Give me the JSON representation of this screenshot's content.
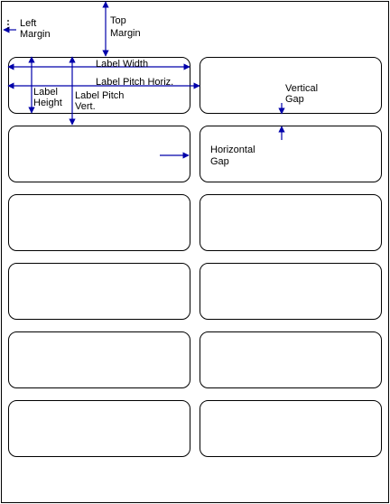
{
  "diagram": {
    "label_sheet": {
      "columns": 2,
      "rows": 6
    },
    "annotations": {
      "left_margin": [
        "Left",
        "Margin"
      ],
      "top_margin": [
        "Top",
        "Margin"
      ],
      "label_width": "Label Width",
      "label_pitch_horiz": "Label Pitch Horiz.",
      "label_height": [
        "Label",
        "Height"
      ],
      "label_pitch_vert": [
        "Label Pitch",
        "Vert."
      ],
      "vertical_gap": [
        "Vertical",
        "Gap"
      ],
      "horizontal_gap": [
        "Horizontal",
        "Gap"
      ]
    },
    "colors": {
      "arrow": "#0000AA",
      "outline": "#000000",
      "text": "#000000",
      "background": "#FFFFFF"
    }
  }
}
